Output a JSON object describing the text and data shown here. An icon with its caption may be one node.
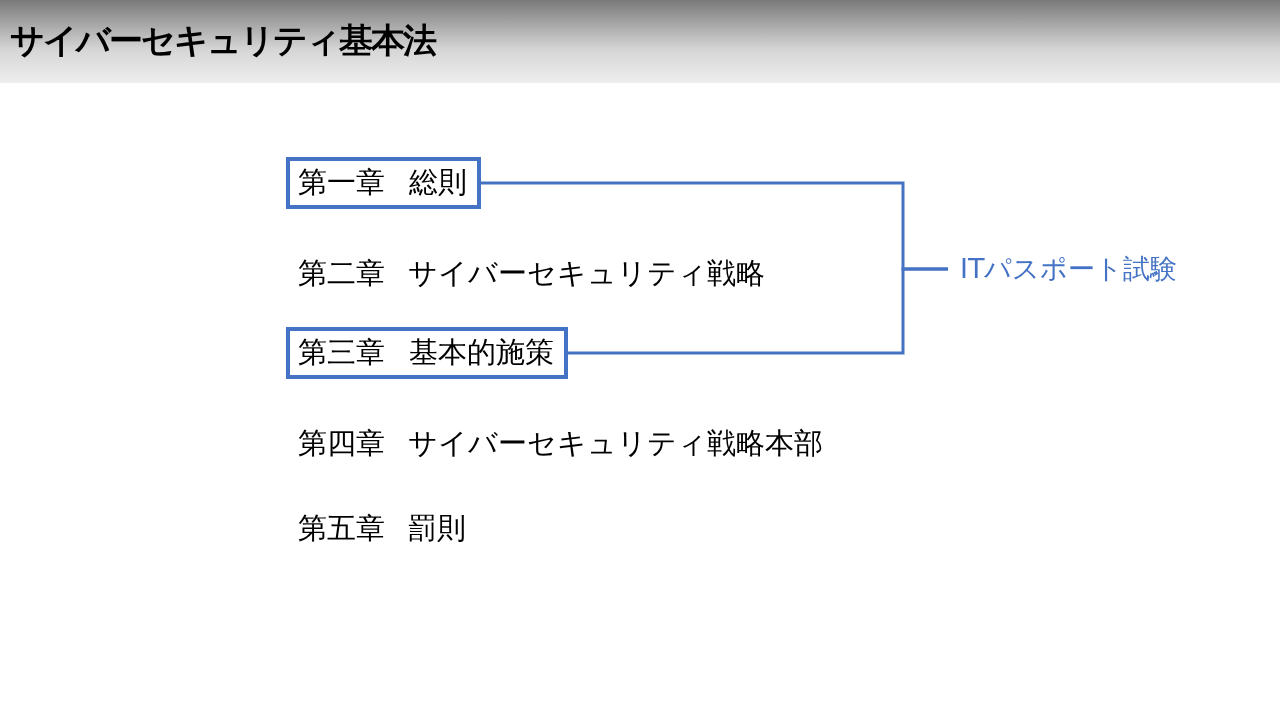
{
  "diagram": {
    "title": "サイバーセキュリティ基本法",
    "nodes": [
      {
        "text": [
          "第一章",
          "総則"
        ]
      },
      {
        "text": [
          "ITパスポート試験"
        ]
      },
      {
        "text": [
          "第三章",
          "基本的施策"
        ]
      }
    ],
    "edges": [
      {
        "from": 0,
        "to": 1,
        "arrow": "none"
      },
      {
        "from": 2,
        "to": 1,
        "arrow": "none"
      }
    ],
    "labels": [
      "第二章 サイバーセキュリティ戦略",
      "第四章 サイバーセキュリティ戦略本部",
      "第五章 罰則"
    ]
  }
}
